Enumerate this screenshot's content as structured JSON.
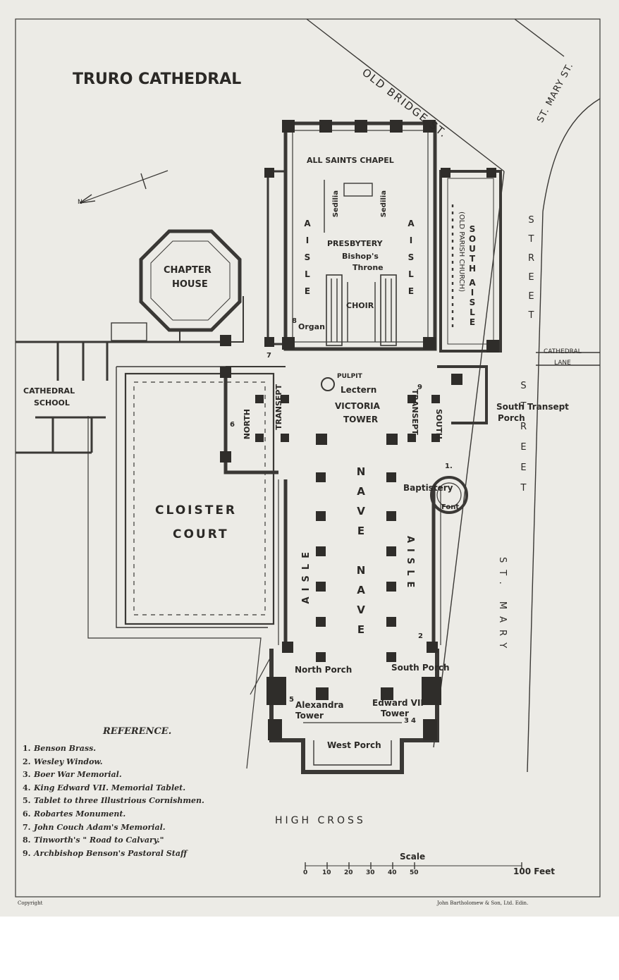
{
  "map": {
    "title": "TRURO CATHEDRAL",
    "north_mark": "N",
    "streets": {
      "old_bridge": "OLD BRIDGE ST.",
      "st_mary_corner": "ST. MARY ST.",
      "st_mary_street_1": "STREET",
      "st_mary_street_2": "STREET",
      "st_mary_vertical": "ST. MARY",
      "cathedral_lane_1": "CATHEDRAL",
      "cathedral_lane_2": "LANE",
      "high_cross": "HIGH CROSS"
    },
    "labels": {
      "all_saints_chapel": "ALL SAINTS CHAPEL",
      "sedilia_left": "Sedilia",
      "sedilia_right": "Sedilia",
      "presbytery": "PRESBYTERY",
      "bishops_throne_1": "Bishop's",
      "bishops_throne_2": "Throne",
      "choir": "CHOIR",
      "organ": "Organ",
      "south_aisle_1": "SOUTH",
      "south_aisle_2": "AISLE",
      "old_parish_church": "(OLD PARISH CHURCH)",
      "aisle_north_upper": "AISLE",
      "aisle_south_upper": "AISLE",
      "chapter_house_1": "CHAPTER",
      "chapter_house_2": "HOUSE",
      "cathedral_school_1": "CATHEDRAL",
      "cathedral_school_2": "SCHOOL",
      "pulpit": "PULPIT",
      "lectern": "Lectern",
      "victoria_tower_1": "VICTORIA",
      "victoria_tower_2": "TOWER",
      "north_transept_1": "NORTH",
      "north_transept_2": "TRANSEPT",
      "south_transept_1": "TRANSEPT",
      "south_transept_2": "SOUTH",
      "south_transept_porch_1": "South Transept",
      "south_transept_porch_2": "Porch",
      "baptistery": "Baptistery",
      "font": "Font",
      "cloister_court_1": "CLOISTER",
      "cloister_court_2": "COURT",
      "nave_upper": "NAVE",
      "nave_lower": "NAVE",
      "aisle_north_lower": "AISLE",
      "aisle_south_lower": "AISLE",
      "north_porch": "North Porch",
      "south_porch": "South Porch",
      "alexandra_tower_1": "Alexandra",
      "alexandra_tower_2": "Tower",
      "edward_tower_1": "Edward VII",
      "edward_tower_2": "Tower",
      "west_porch": "West Porch"
    },
    "ref_numbers": {
      "n1": "1.",
      "n2": "2",
      "n3": "3",
      "n4": "4",
      "n5": "5",
      "n6": "6",
      "n7": "7",
      "n8": "8",
      "n9": "9"
    },
    "reference": {
      "title": "REFERENCE.",
      "items": [
        {
          "num": "1.",
          "text": "Benson Brass."
        },
        {
          "num": "2.",
          "text": "Wesley Window."
        },
        {
          "num": "3.",
          "text": "Boer War Memorial."
        },
        {
          "num": "4.",
          "text": "King Edward VII. Memorial Tablet."
        },
        {
          "num": "5.",
          "text": "Tablet to three Illustrious Cornishmen."
        },
        {
          "num": "6.",
          "text": "Robartes Monument."
        },
        {
          "num": "7.",
          "text": "John Couch Adam's Memorial."
        },
        {
          "num": "8.",
          "text": "Tinworth's \" Road to Calvary.\""
        },
        {
          "num": "9.",
          "text": "Archbishop Benson's Pastoral Staff"
        }
      ]
    },
    "scale": {
      "title": "Scale",
      "ticks": [
        "0",
        "10",
        "20",
        "30",
        "40",
        "50"
      ],
      "end_label": "100 Feet"
    },
    "footer": {
      "left": "Copyright",
      "right": "John Bartholomew & Son, Ltd. Edin."
    },
    "colors": {
      "paper": "#ecebe6",
      "ink": "#2d2b28",
      "wall": "#3a3835"
    }
  }
}
